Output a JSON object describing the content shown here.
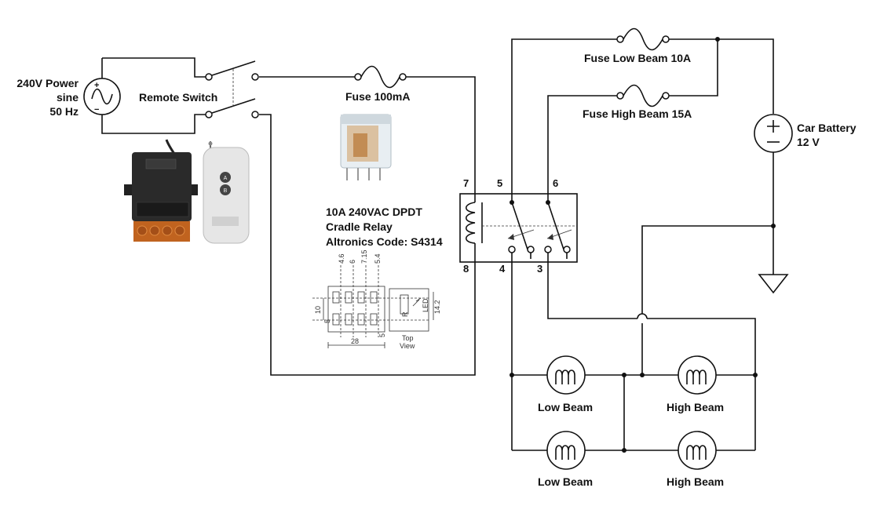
{
  "source": {
    "label_line1": "240V Power",
    "label_line2": "sine",
    "label_line3": "50 Hz"
  },
  "remote_switch": {
    "label": "Remote Switch"
  },
  "fuse_relay": {
    "label": "Fuse 100mA"
  },
  "relay": {
    "title_line1": "10A 240VAC DPDT",
    "title_line2": "Cradle Relay",
    "title_line3": "Altronics Code: S4314",
    "pins": [
      "7",
      "5",
      "6",
      "8",
      "4",
      "3"
    ]
  },
  "relay_drawing": {
    "dims": [
      "4.6",
      "6",
      "7.15",
      "5.4",
      "10",
      "5",
      "5",
      "28",
      "14.2"
    ],
    "legend": [
      "R",
      "LED"
    ],
    "caption_line1": "Top",
    "caption_line2": "View"
  },
  "fuse_low": {
    "label": "Fuse Low Beam 10A"
  },
  "fuse_high": {
    "label": "Fuse High Beam 15A"
  },
  "battery": {
    "label_line1": "Car Battery",
    "label_line2": "12 V"
  },
  "lamps": {
    "low_top": "Low Beam",
    "high_top": "High Beam",
    "low_bottom": "Low Beam",
    "high_bottom": "High Beam"
  },
  "remote_keyfob": {
    "buttons": [
      "A",
      "B"
    ]
  }
}
